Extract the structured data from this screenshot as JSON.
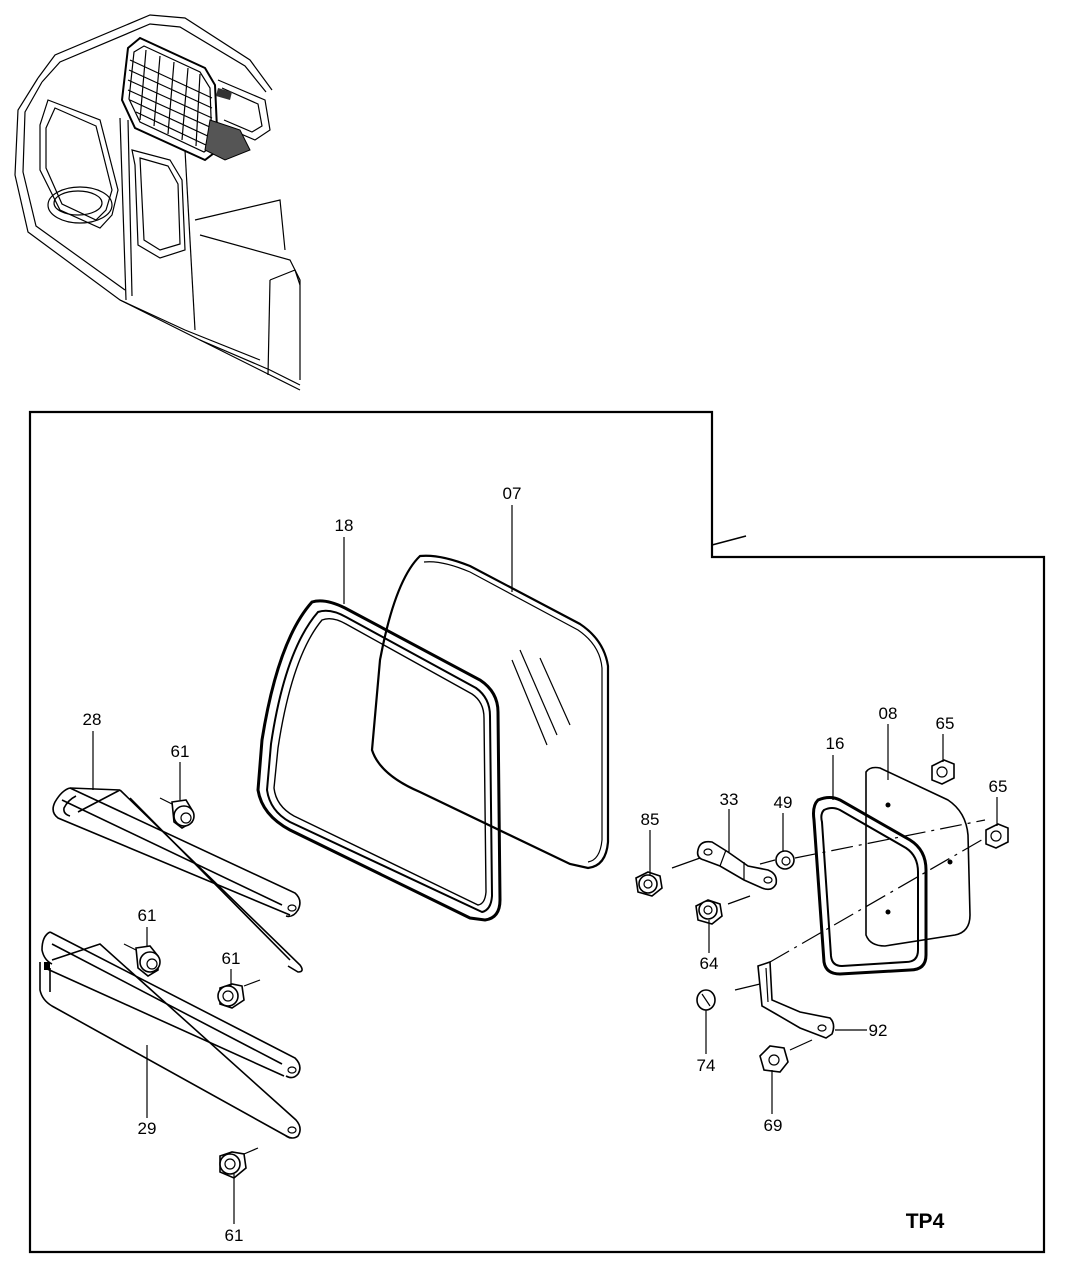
{
  "diagram_code": "TP4",
  "parts": [
    {
      "id": "callout-07",
      "number": "07"
    },
    {
      "id": "callout-18",
      "number": "18"
    },
    {
      "id": "callout-28",
      "number": "28"
    },
    {
      "id": "callout-61-a",
      "number": "61"
    },
    {
      "id": "callout-61-b",
      "number": "61"
    },
    {
      "id": "callout-61-c",
      "number": "61"
    },
    {
      "id": "callout-29",
      "number": "29"
    },
    {
      "id": "callout-61-d",
      "number": "61"
    },
    {
      "id": "callout-08",
      "number": "08"
    },
    {
      "id": "callout-65-a",
      "number": "65"
    },
    {
      "id": "callout-16",
      "number": "16"
    },
    {
      "id": "callout-65-b",
      "number": "65"
    },
    {
      "id": "callout-33",
      "number": "33"
    },
    {
      "id": "callout-49",
      "number": "49"
    },
    {
      "id": "callout-85",
      "number": "85"
    },
    {
      "id": "callout-64",
      "number": "64"
    },
    {
      "id": "callout-92",
      "number": "92"
    },
    {
      "id": "callout-74",
      "number": "74"
    },
    {
      "id": "callout-69",
      "number": "69"
    }
  ]
}
